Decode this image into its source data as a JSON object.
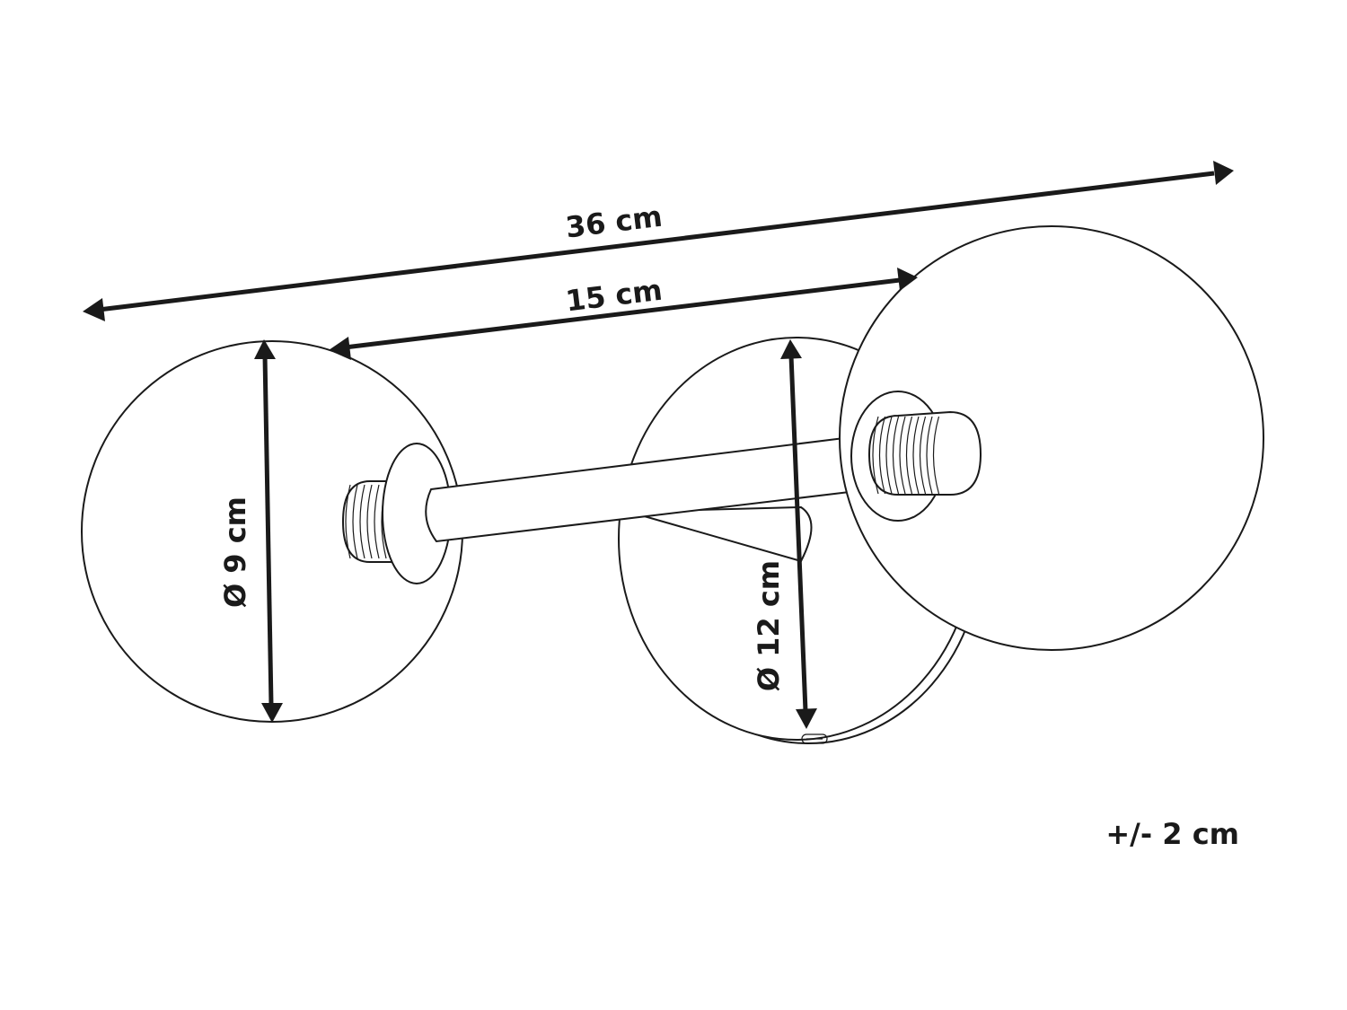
{
  "dimensions": {
    "total_length": "36 cm",
    "arm_length": "15 cm",
    "shade_diameter": "Ø 9 cm",
    "base_diameter": "Ø 12 cm",
    "tolerance": "+/- 2 cm"
  },
  "colors": {
    "stroke": "#1a1a1a",
    "background": "#ffffff"
  }
}
